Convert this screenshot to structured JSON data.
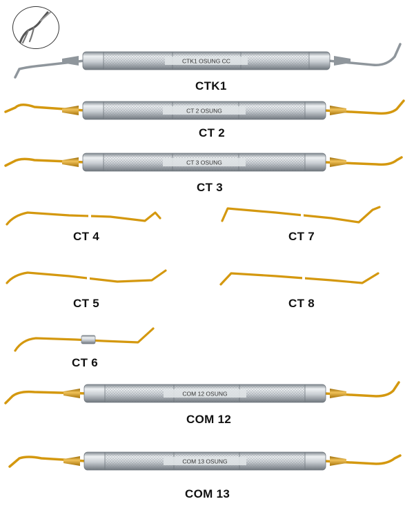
{
  "colors": {
    "gold": "#d4980f",
    "gold_dark": "#9a6a06",
    "steel": "#c9ced3",
    "steel_dark": "#7d858c",
    "label": "#111111"
  },
  "instruments": [
    {
      "id": "ctk1",
      "label": "CTK1",
      "engraving": "CTK1  OSUNG  CC",
      "handle": "long",
      "tip": "steel"
    },
    {
      "id": "ct2",
      "label": "CT 2",
      "engraving": "CT 2  OSUNG",
      "handle": "long",
      "tip": "gold"
    },
    {
      "id": "ct3",
      "label": "CT 3",
      "engraving": "CT 3  OSUNG",
      "handle": "long",
      "tip": "gold"
    },
    {
      "id": "ct4",
      "label": "CT 4",
      "engraving": "",
      "handle": "slim",
      "tip": "gold"
    },
    {
      "id": "ct7",
      "label": "CT 7",
      "engraving": "",
      "handle": "slim",
      "tip": "gold"
    },
    {
      "id": "ct5",
      "label": "CT 5",
      "engraving": "",
      "handle": "slim",
      "tip": "gold"
    },
    {
      "id": "ct8",
      "label": "CT 8",
      "engraving": "",
      "handle": "slim",
      "tip": "gold"
    },
    {
      "id": "ct6",
      "label": "CT 6",
      "engraving": "",
      "handle": "slim-ring",
      "tip": "gold"
    },
    {
      "id": "com12",
      "label": "COM 12",
      "engraving": "COM 12  OSUNG",
      "handle": "long",
      "tip": "gold"
    },
    {
      "id": "com13",
      "label": "COM 13",
      "engraving": "COM 13  OSUNG",
      "handle": "long",
      "tip": "gold"
    }
  ],
  "inset": {
    "icon": "instrument-tip-closeup-icon"
  }
}
